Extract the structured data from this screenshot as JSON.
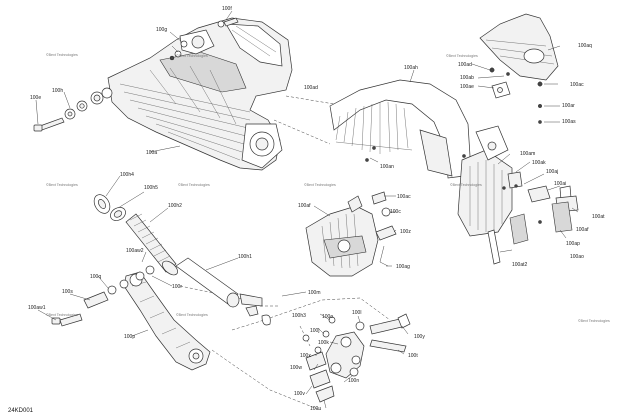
{
  "labels": {
    "l100f": "100f",
    "l100g": "100g",
    "l100e": "100e",
    "l100h": "100h",
    "l100a": "100a",
    "l100ad_top": "100ad",
    "l100ah": "100ah",
    "l100aq": "100aq",
    "l100ad_r": "100ad",
    "l100ab": "100ab",
    "l100ac_r": "100ac",
    "l100ae": "100ae",
    "l100ar": "100ar",
    "l100as": "100as",
    "l100an": "100an",
    "l100am": "100am",
    "l100ak": "100ak",
    "l100aj": "100aj",
    "l100ai": "100ai",
    "l100at": "100at",
    "l100ap": "100ap",
    "l100af": "100af",
    "l100ao": "100ao",
    "l100at2": "100at2",
    "l100h4": "100h4",
    "l100h5": "100h5",
    "l100h2": "100h2",
    "l100ac": "100ac",
    "l100c": "100c",
    "l100z": "100z",
    "l100ag": "100ag",
    "l100af2": "100af",
    "l100aw2": "100aw2",
    "l100h1": "100h1",
    "l100q": "100q",
    "l100r": "100r",
    "l100s": "100s",
    "l100aw1": "100aw1",
    "l100m": "100m",
    "l100h3": "100h3",
    "l100p": "100p",
    "l100j": "100j",
    "l100k": "100k",
    "l100l": "100l",
    "l100x": "100x",
    "l100y": "100y",
    "l100t": "100t",
    "l100w": "100w",
    "l100v": "100v",
    "l100u": "100u",
    "l100n": "100n",
    "l100o": "100o"
  },
  "watermark": "©Bext Technologies",
  "diagram_code": "24KD001"
}
